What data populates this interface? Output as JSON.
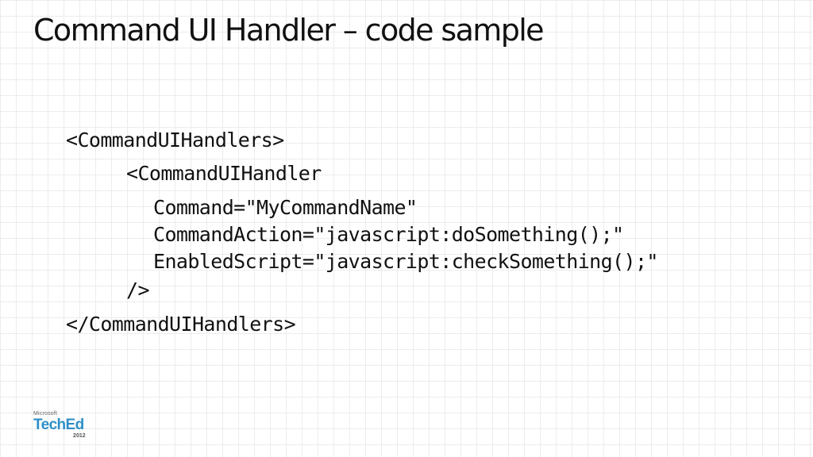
{
  "slide": {
    "title": "Command UI Handler – code sample"
  },
  "code": {
    "lines": [
      "<CommandUIHandlers>",
      "<CommandUIHandler",
      "Command=\"MyCommandName\"",
      "CommandAction=\"javascript:doSomething();\"",
      "EnabledScript=\"javascript:checkSomething();\"",
      "/>",
      "</CommandUIHandlers>"
    ]
  },
  "logo": {
    "company": "Microsoft",
    "product": "TechEd",
    "year": "2012"
  }
}
